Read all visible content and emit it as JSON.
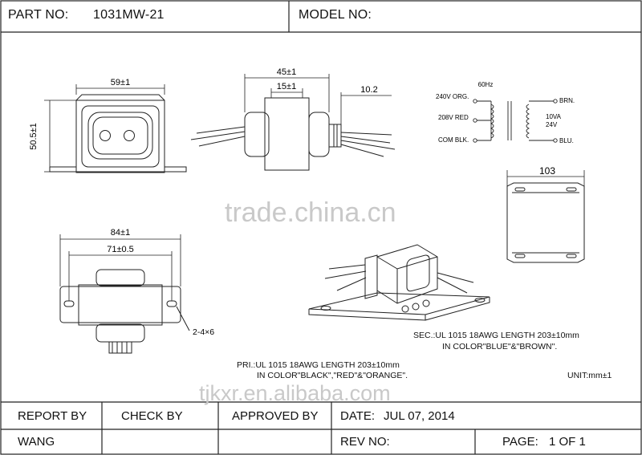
{
  "header": {
    "part_no_label": "PART NO:",
    "part_no_value": "1031MW-21",
    "model_no_label": "MODEL NO:"
  },
  "dims": {
    "top_width": "59±1",
    "left_height": "50.5±1",
    "side_total": "45±1",
    "side_core": "15±1",
    "side_offset": "10.2",
    "bottom_overall": "84±1",
    "bottom_holes": "71±0.5",
    "holes": "2-4×6",
    "plate_width": "103"
  },
  "schematic": {
    "freq": "60Hz",
    "pri_top": "240V ORG.",
    "pri_mid": "208V RED",
    "pri_com": "COM BLK.",
    "sec_top": "BRN.",
    "sec_bot": "BLU.",
    "rating_va": "10VA",
    "rating_v": "24V"
  },
  "notes": {
    "sec_line1": "SEC.:UL 1015 18AWG LENGTH 203±10mm",
    "sec_line2": "IN COLOR\"BLUE\"&\"BROWN\".",
    "pri_line1": "PRI.:UL 1015 18AWG LENGTH 203±10mm",
    "pri_line2": "IN COLOR\"BLACK\",\"RED\"&\"ORANGE\".",
    "unit": "UNIT:mm±1"
  },
  "watermarks": {
    "main": "trade.china.cn",
    "site": "tjkxr.en.alibaba.com"
  },
  "footer": {
    "report_by_label": "REPORT BY",
    "check_by_label": "CHECK BY",
    "approved_by_label": "APPROVED BY",
    "date_label": "DATE:",
    "date_value": "JUL 07, 2014",
    "report_by_value": "WANG",
    "rev_no_label": "REV NO:",
    "page_label": "PAGE:",
    "page_value": "1 OF 1"
  }
}
